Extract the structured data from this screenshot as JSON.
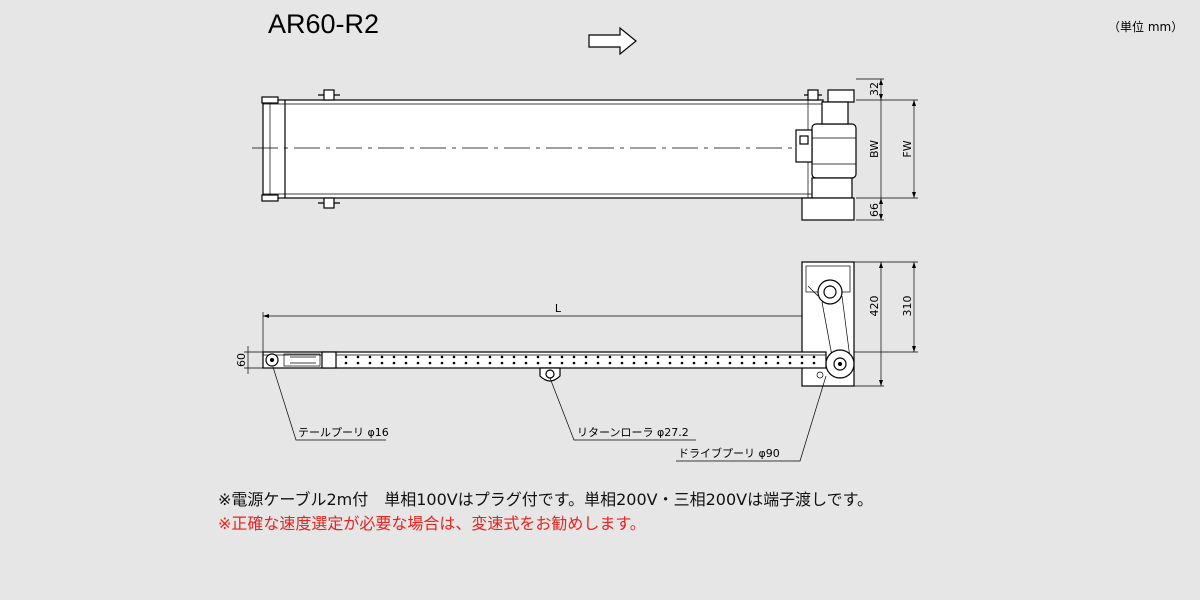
{
  "title": "AR60-R2",
  "unit": "（単位 mm）",
  "dimensions": {
    "d32": "32",
    "bw": "BW",
    "fw": "FW",
    "d66": "66",
    "length": "L",
    "d420": "420",
    "d310": "310",
    "d60": "60"
  },
  "callouts": {
    "tail_pulley": "テールプーリ φ16",
    "return_roller": "リターンローラ φ27.2",
    "drive_pulley": "ドライブプーリ φ90"
  },
  "notes": {
    "power": "※電源ケーブル2m付　単相100Vはプラグ付です。単相200V・三相200Vは端子渡しです。",
    "speed": "※正確な速度選定が必要な場合は、変速式をお勧めします。"
  },
  "colors": {
    "background": "#e6e6e6",
    "warning": "#e8221e"
  }
}
